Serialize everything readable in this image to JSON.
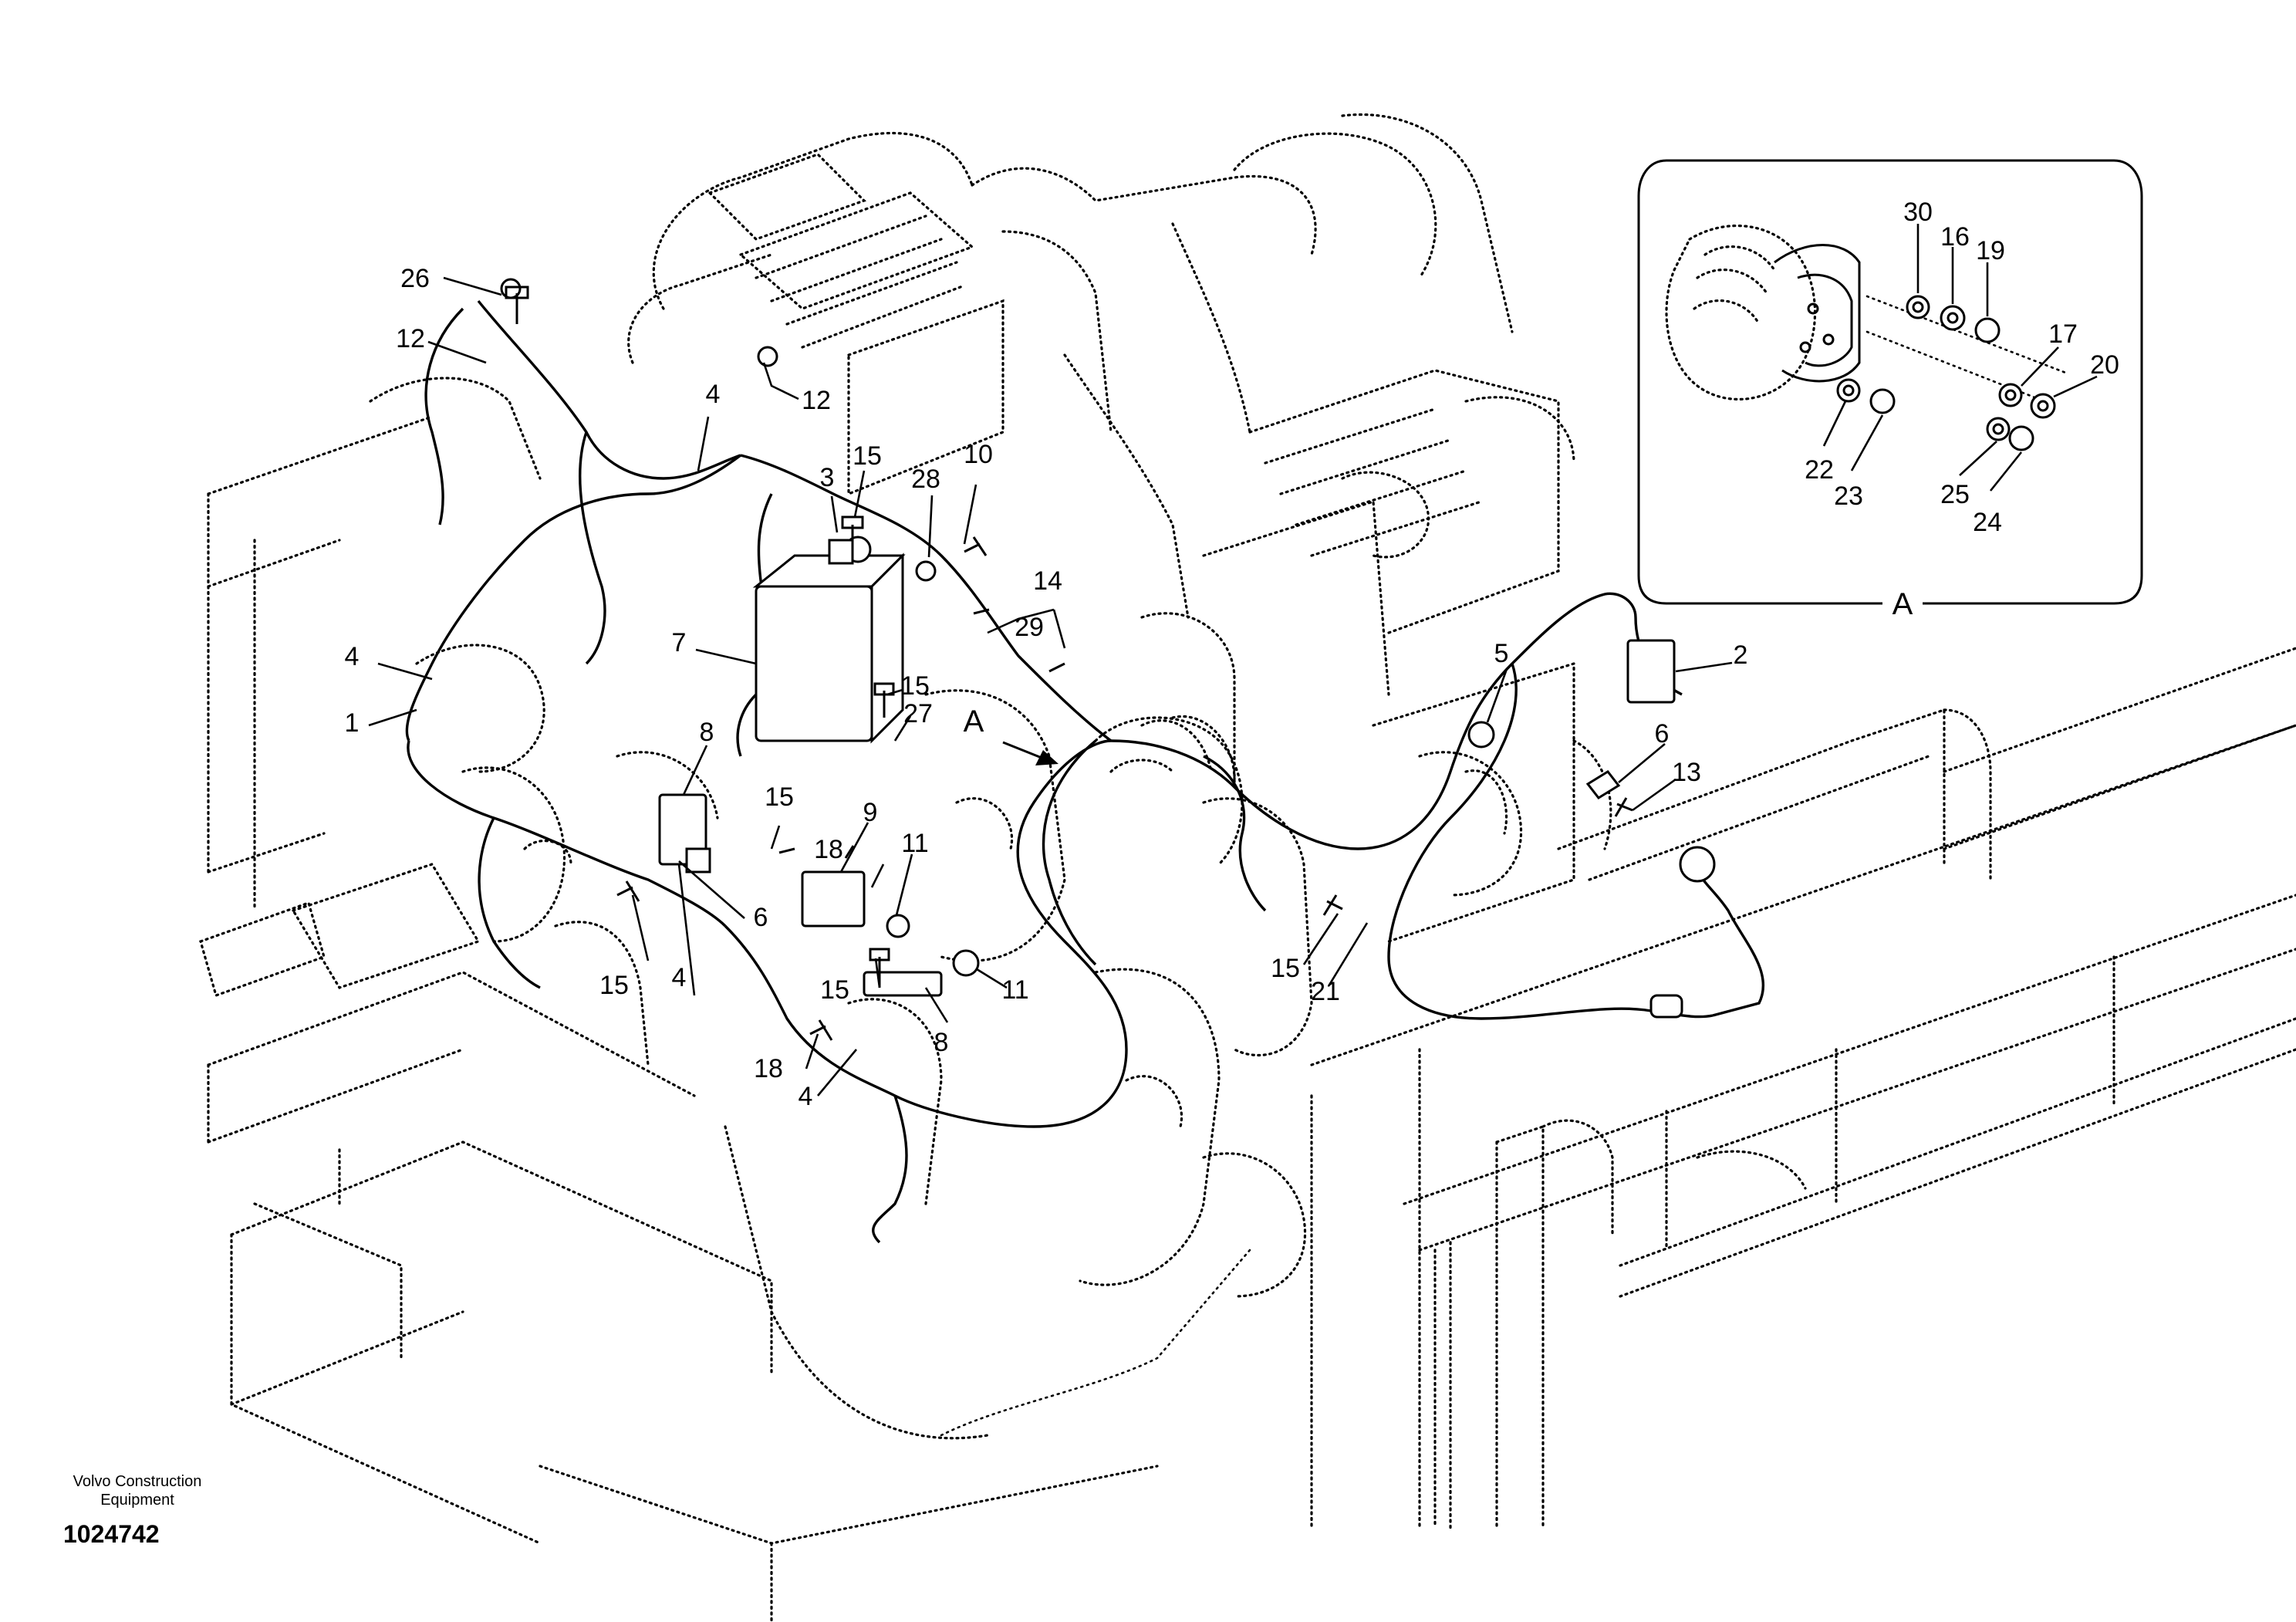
{
  "diagram": {
    "callouts": [
      {
        "id": "c26",
        "text": "26"
      },
      {
        "id": "c12a",
        "text": "12"
      },
      {
        "id": "c12b",
        "text": "12"
      },
      {
        "id": "c4a",
        "text": "4"
      },
      {
        "id": "c15a",
        "text": "15"
      },
      {
        "id": "c3",
        "text": "3"
      },
      {
        "id": "c28",
        "text": "28"
      },
      {
        "id": "c10",
        "text": "10"
      },
      {
        "id": "c14",
        "text": "14"
      },
      {
        "id": "c29",
        "text": "29"
      },
      {
        "id": "c7",
        "text": "7"
      },
      {
        "id": "c15b",
        "text": "15"
      },
      {
        "id": "c27",
        "text": "27"
      },
      {
        "id": "c4b",
        "text": "4"
      },
      {
        "id": "c1",
        "text": "1"
      },
      {
        "id": "c8a",
        "text": "8"
      },
      {
        "id": "c15c",
        "text": "15"
      },
      {
        "id": "c9",
        "text": "9"
      },
      {
        "id": "c18a",
        "text": "18"
      },
      {
        "id": "c11a",
        "text": "11"
      },
      {
        "id": "c6a",
        "text": "6"
      },
      {
        "id": "c15d",
        "text": "15"
      },
      {
        "id": "c4c",
        "text": "4"
      },
      {
        "id": "c15e",
        "text": "15"
      },
      {
        "id": "c11b",
        "text": "11"
      },
      {
        "id": "c8b",
        "text": "8"
      },
      {
        "id": "c18b",
        "text": "18"
      },
      {
        "id": "c4d",
        "text": "4"
      },
      {
        "id": "c5",
        "text": "5"
      },
      {
        "id": "c2",
        "text": "2"
      },
      {
        "id": "c6b",
        "text": "6"
      },
      {
        "id": "c13",
        "text": "13"
      },
      {
        "id": "c15f",
        "text": "15"
      },
      {
        "id": "c21",
        "text": "21"
      },
      {
        "id": "c30",
        "text": "30"
      },
      {
        "id": "c16",
        "text": "16"
      },
      {
        "id": "c19",
        "text": "19"
      },
      {
        "id": "c17",
        "text": "17"
      },
      {
        "id": "c20",
        "text": "20"
      },
      {
        "id": "c22",
        "text": "22"
      },
      {
        "id": "c23",
        "text": "23"
      },
      {
        "id": "c25",
        "text": "25"
      },
      {
        "id": "c24",
        "text": "24"
      }
    ],
    "view_arrow_label": "A",
    "detail_title": "A"
  },
  "footer": {
    "brand_line1": "Volvo Construction",
    "brand_line2": "Equipment",
    "doc_number": "1024742"
  }
}
